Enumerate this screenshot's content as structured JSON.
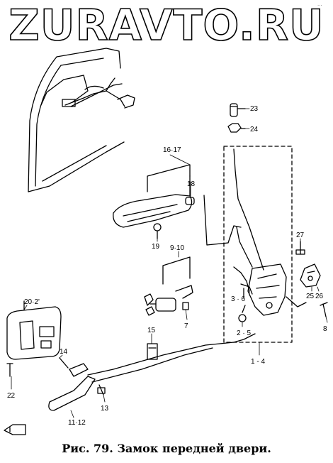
{
  "watermark": "ZURAVTO.RU",
  "corner_mark": "...",
  "caption": "Рис. 79. Замок передней двери.",
  "parts": {
    "p23": "23",
    "p24": "24",
    "p16_17": "16·17",
    "p18": "18",
    "p19": "19",
    "p9_10": "9·10",
    "p7": "7",
    "p27": "27",
    "p25": "25",
    "p26": "26",
    "p8": "8",
    "p3_6": "3 · 6",
    "p2_5": "2 · 5",
    "p1_4": "1 - 4",
    "p15": "15",
    "p20_21": "20·2'",
    "p14": "14",
    "p22": "22",
    "p13": "13",
    "p11_12": "11·12"
  }
}
